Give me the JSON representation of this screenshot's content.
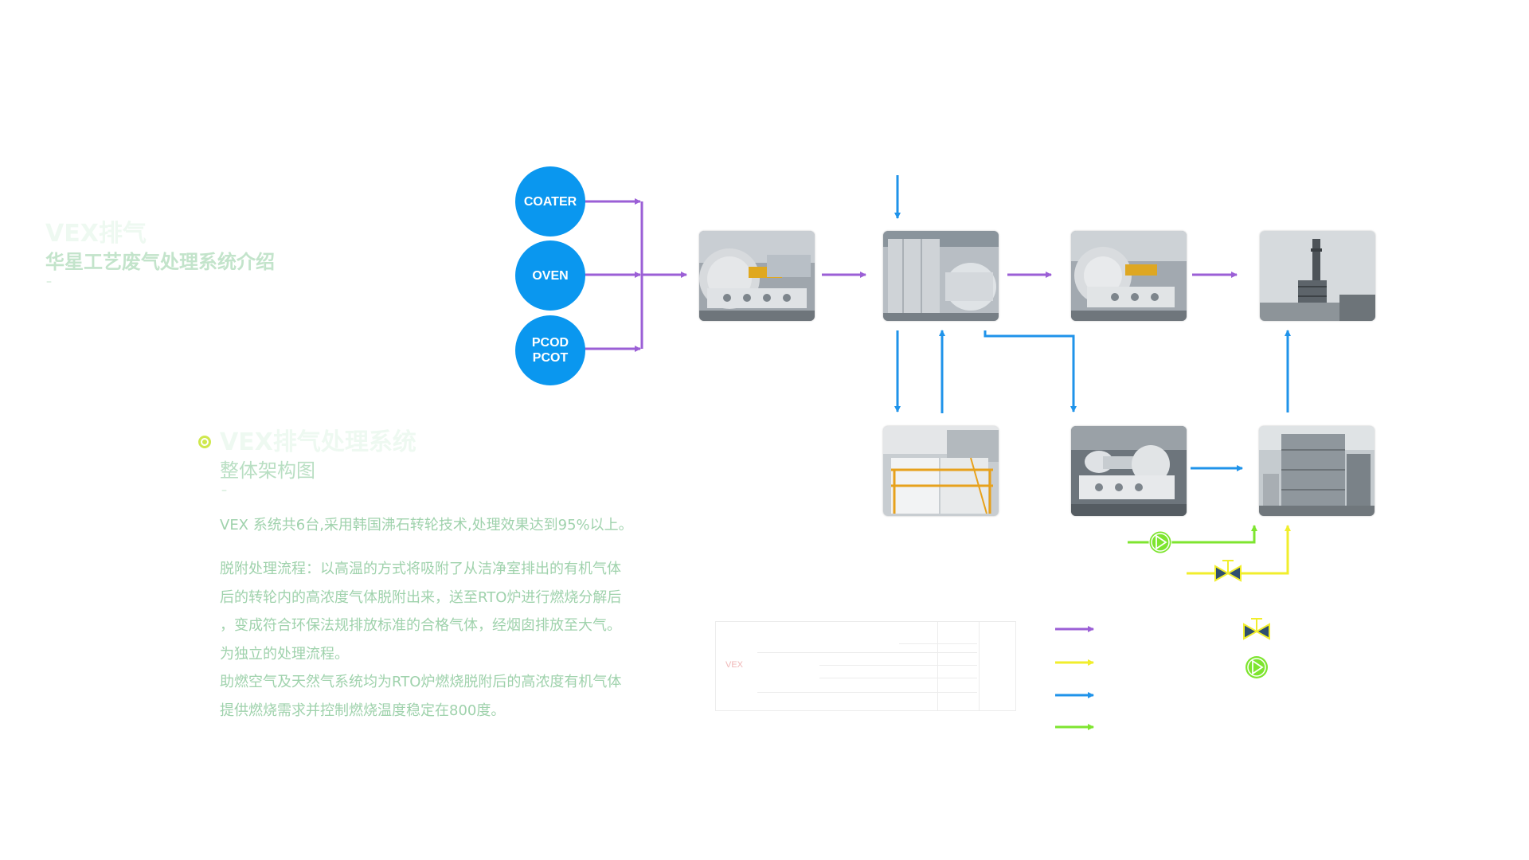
{
  "header": {
    "title": "VEX排气",
    "subtitle": "华星工艺废气处理系统介绍",
    "dash": "–"
  },
  "section": {
    "title": "VEX排气处理系统",
    "subtitle": "整体架构图",
    "dash": "–"
  },
  "description": {
    "summary": "VEX 系统共6台,采用韩国沸石转轮技术,处理效果达到95%以上。",
    "lines": [
      "脱附处理流程：以高温的方式将吸附了从洁净室排出的有机气体",
      "后的转轮内的高浓度气体脱附出来，送至RTO炉进行燃烧分解后",
      "，变成符合环保法规排放标准的合格气体，经烟囱排放至大气。",
      "为独立的处理流程。",
      "助燃空气及天然气系统均为RTO炉燃烧脱附后的高浓度有机气体",
      "提供燃烧需求并控制燃烧温度稳定在800度。"
    ]
  },
  "diagram": {
    "sources": {
      "coater": "COATER",
      "oven": "OVEN",
      "pcod": "PCOD",
      "pcot": "PCOT"
    },
    "photos": [
      "exhaust-fan",
      "zeolite-rotor",
      "main-fan",
      "chimney",
      "heat-exchanger",
      "desorption-fan",
      "rto-furnace"
    ],
    "colors": {
      "purple": "#9b5fd6",
      "blue": "#1f93ea",
      "yellow": "#f1ee2c",
      "green": "#7ee52f",
      "source_node": "#0a97ef"
    },
    "legend": {
      "table_label": "VEX",
      "arrow_colors": [
        "#9b5fd6",
        "#f1ee2c",
        "#1f93ea",
        "#7ee52f"
      ],
      "symbols": [
        "valve-icon",
        "pump-icon"
      ]
    }
  }
}
